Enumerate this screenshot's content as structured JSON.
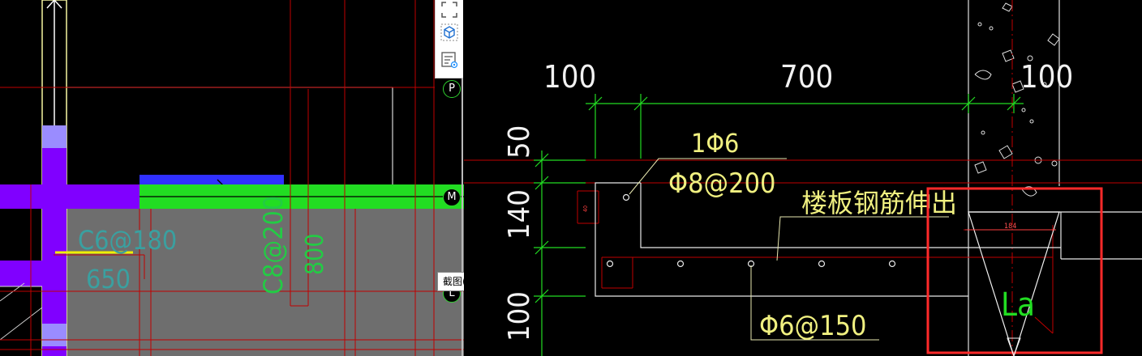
{
  "left_view": {
    "labels": {
      "rebar_c6": "C6@180",
      "dim_650": "650",
      "rebar_c8": "C8@200",
      "dim_800": "800"
    },
    "axis_badges": [
      "P",
      "M",
      "L"
    ],
    "toolbar": {
      "icons": [
        "fullscreen-icon",
        "3d-view-icon",
        "layer-list-icon"
      ]
    },
    "tooltip": "截图(Alt + A)"
  },
  "right_view": {
    "dims_top": [
      "100",
      "700",
      "100"
    ],
    "dims_left": [
      "50",
      "140",
      "100"
    ],
    "labels": {
      "bar_1phi6": "1Φ6",
      "bar_phi8_200": "Φ8@200",
      "slab_note": "楼板钢筋伸出",
      "bar_phi6_150": "Φ6@150",
      "small_dim": "184",
      "la_label": "La"
    }
  },
  "colors": {
    "purple": "#8000ff",
    "green": "#22dd22",
    "blue": "#3030ff",
    "gray": "#6e6e6e",
    "red_line": "#c00000",
    "yellow": "#f0f000",
    "cad_text": "#f0f080",
    "highlight": "#ff2a2a"
  }
}
